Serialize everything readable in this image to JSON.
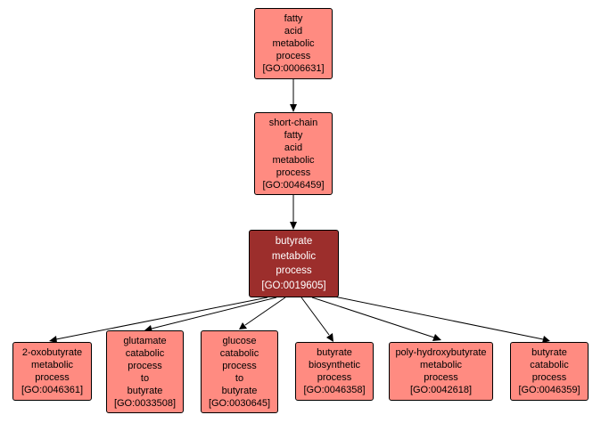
{
  "diagram": {
    "nodes": [
      {
        "id": "GO:0006631",
        "lines": [
          "fatty",
          "acid",
          "metabolic",
          "process",
          "[GO:0006631]"
        ],
        "focus": false
      },
      {
        "id": "GO:0046459",
        "lines": [
          "short-chain",
          "fatty",
          "acid",
          "metabolic",
          "process",
          "[GO:0046459]"
        ],
        "focus": false
      },
      {
        "id": "GO:0019605",
        "lines": [
          "butyrate",
          "metabolic",
          "process",
          "[GO:0019605]"
        ],
        "focus": true
      },
      {
        "id": "GO:0046361",
        "lines": [
          "2-oxobutyrate",
          "metabolic",
          "process",
          "[GO:0046361]"
        ],
        "focus": false
      },
      {
        "id": "GO:0033508",
        "lines": [
          "glutamate",
          "catabolic",
          "process",
          "to",
          "butyrate",
          "[GO:0033508]"
        ],
        "focus": false
      },
      {
        "id": "GO:0030645",
        "lines": [
          "glucose",
          "catabolic",
          "process",
          "to",
          "butyrate",
          "[GO:0030645]"
        ],
        "focus": false
      },
      {
        "id": "GO:0046358",
        "lines": [
          "butyrate",
          "biosynthetic",
          "process",
          "[GO:0046358]"
        ],
        "focus": false
      },
      {
        "id": "GO:0042618",
        "lines": [
          "poly-hydroxybutyrate",
          "metabolic",
          "process",
          "[GO:0042618]"
        ],
        "focus": false
      },
      {
        "id": "GO:0046359",
        "lines": [
          "butyrate",
          "catabolic",
          "process",
          "[GO:0046359]"
        ],
        "focus": false
      }
    ],
    "edges": [
      {
        "from": "GO:0006631",
        "to": "GO:0046459"
      },
      {
        "from": "GO:0046459",
        "to": "GO:0019605"
      },
      {
        "from": "GO:0019605",
        "to": "GO:0046361"
      },
      {
        "from": "GO:0019605",
        "to": "GO:0033508"
      },
      {
        "from": "GO:0019605",
        "to": "GO:0030645"
      },
      {
        "from": "GO:0019605",
        "to": "GO:0046358"
      },
      {
        "from": "GO:0019605",
        "to": "GO:0042618"
      },
      {
        "from": "GO:0019605",
        "to": "GO:0046359"
      }
    ],
    "colors": {
      "node": "#ff8b81",
      "focus": "#9c2e2c",
      "border": "#000000",
      "edge": "#000000"
    }
  }
}
